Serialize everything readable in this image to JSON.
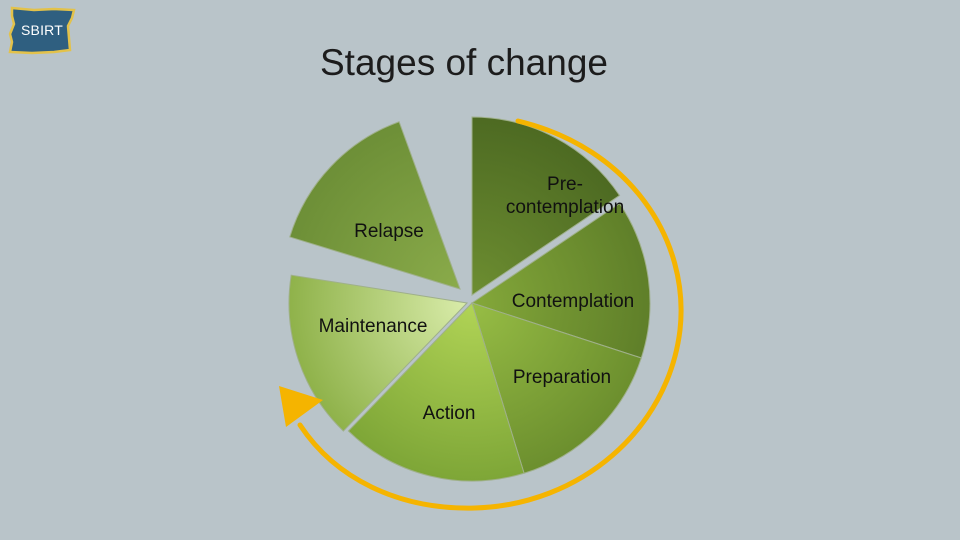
{
  "logo": {
    "text": "SBIRT"
  },
  "title": "Stages of change",
  "diagram": {
    "segments": [
      {
        "label_lines": [
          "Pre-",
          "contemplation"
        ],
        "color_outer": "#4d6a22",
        "color_inner": "#6d8e31"
      },
      {
        "label_lines": [
          "Contemplation"
        ],
        "color_outer": "#5f7f29",
        "color_inner": "#84a83a"
      },
      {
        "label_lines": [
          "Preparation"
        ],
        "color_outer": "#6c8f2e",
        "color_inner": "#97bd45"
      },
      {
        "label_lines": [
          "Action"
        ],
        "color_outer": "#7ea637",
        "color_inner": "#b1d456"
      },
      {
        "label_lines": [
          "Maintenance"
        ],
        "color_outer": "#8fb24a",
        "color_inner": "#d9ecaa"
      },
      {
        "label_lines": [
          "Relapse"
        ],
        "color_outer": "#6d8f37",
        "color_inner": "#8aab4a"
      }
    ],
    "arrow_color": "#f5b400"
  }
}
